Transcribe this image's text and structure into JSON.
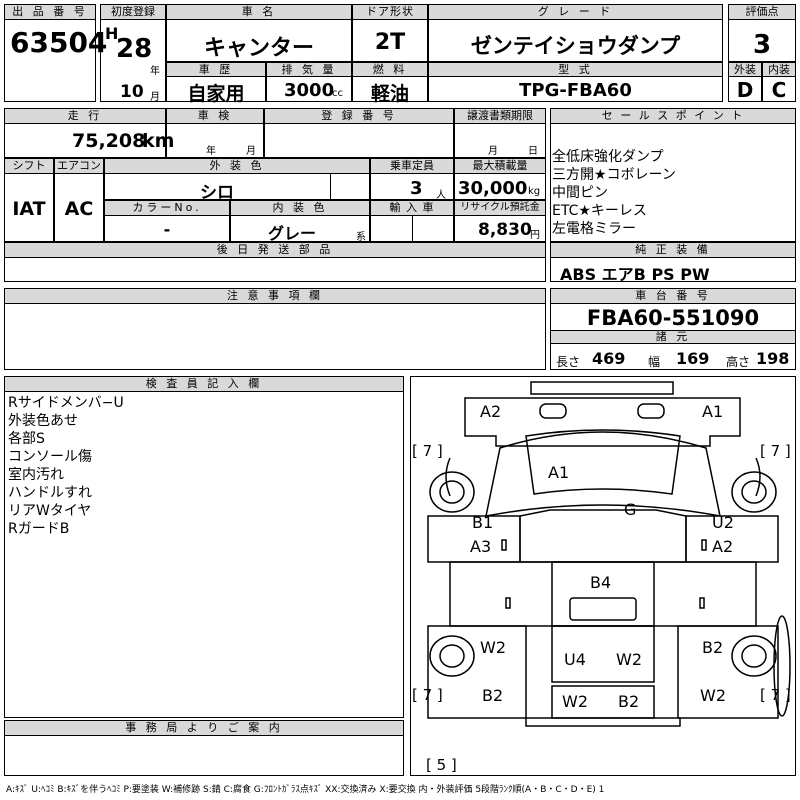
{
  "header": {
    "lot_no_label": "出 品 番 号",
    "lot_no": "63504",
    "first_reg_label": "初度登録",
    "era": "H",
    "year": "28",
    "year_unit": "年",
    "month": "10",
    "month_unit": "月",
    "car_name_label": "車 名",
    "car_name": "キャンター",
    "door_label": "ドア形状",
    "door": "2T",
    "grade_label": "グ レ ー ド",
    "grade": "ゼンテイショウダンプ",
    "score_label": "評価点",
    "score": "3",
    "history_label": "車 歴",
    "history": "自家用",
    "displacement_label": "排 気 量",
    "displacement": "3000",
    "displacement_unit": "cc",
    "fuel_label": "燃 料",
    "fuel": "軽油",
    "model_label": "型 式",
    "model": "TPG-FBA60",
    "exterior_label": "外装",
    "exterior": "D",
    "interior_label": "内装",
    "interior": "C"
  },
  "row2": {
    "mileage_label": "走 行",
    "mileage": "75,208",
    "mileage_unit": "km",
    "inspection_label": "車 検",
    "insp_year_unit": "年",
    "insp_month_unit": "月",
    "reg_no_label": "登 録 番 号",
    "transfer_label": "譲渡書類期限",
    "transfer_month_unit": "月",
    "transfer_day_unit": "日",
    "shift_label": "シフト",
    "shift": "IAT",
    "ac_label": "エアコン",
    "ac": "AC",
    "ext_color_label": "外 装 色",
    "ext_color": "シロ",
    "capacity_label": "乗車定員",
    "capacity": "3",
    "capacity_unit": "人",
    "max_load_label": "最大積載量",
    "max_load": "30,000",
    "max_load_unit": "kg",
    "color_no_label": "カラーNo.",
    "color_no": "-",
    "int_color_label": "内 装 色",
    "int_color": "グレー",
    "int_color_unit": "系",
    "import_label": "輸 入 車",
    "recycle_label": "リサイクル預託金",
    "recycle": "8,830",
    "recycle_unit": "円",
    "later_parts_label": "後 日 発 送 部 品"
  },
  "sales": {
    "label": "セ ー ル ス ポ イ ン ト",
    "items": [
      "全低床強化ダンプ",
      "三方開★コボレーン",
      "中間ピン",
      "ETC★キーレス",
      "左電格ミラー"
    ]
  },
  "equipment": {
    "label": "純 正 装 備",
    "value": "ABS エアB PS PW"
  },
  "notes": {
    "label": "注 意 事 項 欄"
  },
  "chassis": {
    "label": "車 台 番 号",
    "value": "FBA60-551090",
    "specs_label": "諸 元",
    "length_label": "長さ",
    "length": "469",
    "width_label": "幅",
    "width": "169",
    "height_label": "高さ",
    "height": "198"
  },
  "inspector": {
    "label": "検 査 員 記 入 欄",
    "items": [
      "Rサイドメンバ−U",
      "外装色あせ",
      "各部S",
      "コンソール傷",
      "室内汚れ",
      "ハンドルすれ",
      "リアWタイヤ",
      "RガードB"
    ]
  },
  "office": {
    "label": "事 務 局 よ り ご 案 内"
  },
  "diagram_marks": {
    "front_left": "A2",
    "front_right": "A1",
    "windshield": "A1",
    "roof": "G",
    "left_door_1": "B1",
    "left_door_2": "A3",
    "right_door_1": "U2",
    "right_door_2": "A2",
    "floor": "B4",
    "left_rear_1": "W2",
    "left_rear_2": "B2",
    "center_1": "U4",
    "center_2": "W2",
    "rear_1": "W2",
    "rear_2": "B2",
    "right_rear_1": "B2",
    "right_rear_2": "W2",
    "tire_fl": "[ 7 ]",
    "tire_fr": "[ 7 ]",
    "tire_rl": "[ 7 ]",
    "tire_rr": "[ 7 ]",
    "spare": "[ 5 ]"
  },
  "legend": "A:ｷｽﾞ U:ﾍｺﾐ B:ｷｽﾞを伴うﾍｺﾐ P:要塗装 W:補修跡 S:錆 C:腐食 G:ﾌﾛﾝﾄｶﾞﾗｽ点ｷｽﾞ XX:交換済み X:要交換 内・外装評価 5段階ﾗﾝｸ順(A・B・C・D・E) 1"
}
